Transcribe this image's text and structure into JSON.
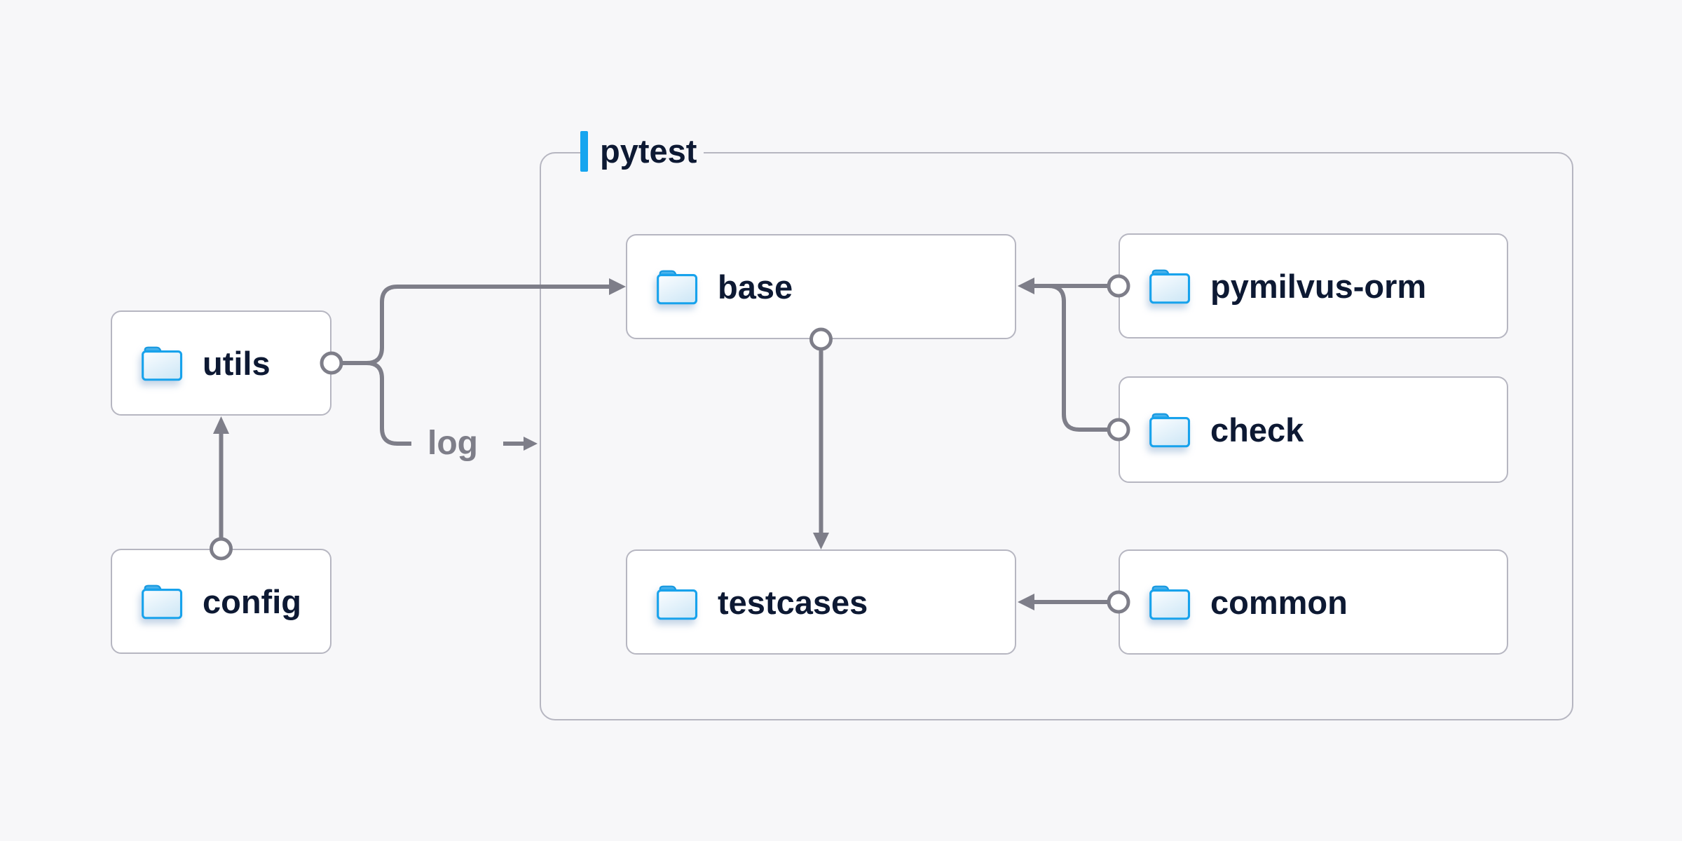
{
  "diagram": {
    "group": {
      "label": "pytest"
    },
    "nodes": [
      {
        "id": "utils",
        "label": "utils",
        "icon": "folder-icon",
        "inside_pytest_group": false
      },
      {
        "id": "config",
        "label": "config",
        "icon": "folder-icon",
        "inside_pytest_group": false
      },
      {
        "id": "base",
        "label": "base",
        "icon": "folder-icon",
        "inside_pytest_group": true
      },
      {
        "id": "testcases",
        "label": "testcases",
        "icon": "folder-icon",
        "inside_pytest_group": true
      },
      {
        "id": "pymilvus-orm",
        "label": "pymilvus-orm",
        "icon": "folder-icon",
        "inside_pytest_group": true
      },
      {
        "id": "check",
        "label": "check",
        "icon": "folder-icon",
        "inside_pytest_group": true
      },
      {
        "id": "common",
        "label": "common",
        "icon": "folder-icon",
        "inside_pytest_group": true
      }
    ],
    "edges": [
      {
        "from": "config",
        "to": "utils",
        "label": ""
      },
      {
        "from": "utils",
        "to": "base",
        "label": ""
      },
      {
        "from": "utils",
        "to": "pytest-group",
        "label": "log"
      },
      {
        "from": "base",
        "to": "testcases",
        "label": ""
      },
      {
        "from": "pymilvus-orm",
        "to": "base",
        "label": ""
      },
      {
        "from": "check",
        "to": "base",
        "label": ""
      },
      {
        "from": "common",
        "to": "testcases",
        "label": ""
      }
    ],
    "colors": {
      "background": "#f7f7f9",
      "node_fill": "#ffffff",
      "node_border": "#b6b6c1",
      "wire": "#7e7e89",
      "label_text": "#0d1933",
      "accent": "#16a5ef",
      "folder_stroke": "#17a2ec"
    }
  }
}
